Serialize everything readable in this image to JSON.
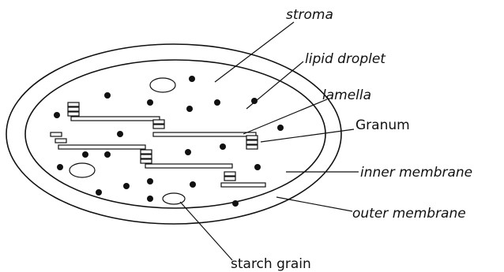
{
  "labels": {
    "stroma": "stroma",
    "lipid_droplet": "lipid droplet",
    "lamella": "lamella",
    "granum": "Granum",
    "inner_membrane": "inner membrane",
    "outer_membrane": "outer membrane",
    "starch_grain": "starch grain"
  }
}
